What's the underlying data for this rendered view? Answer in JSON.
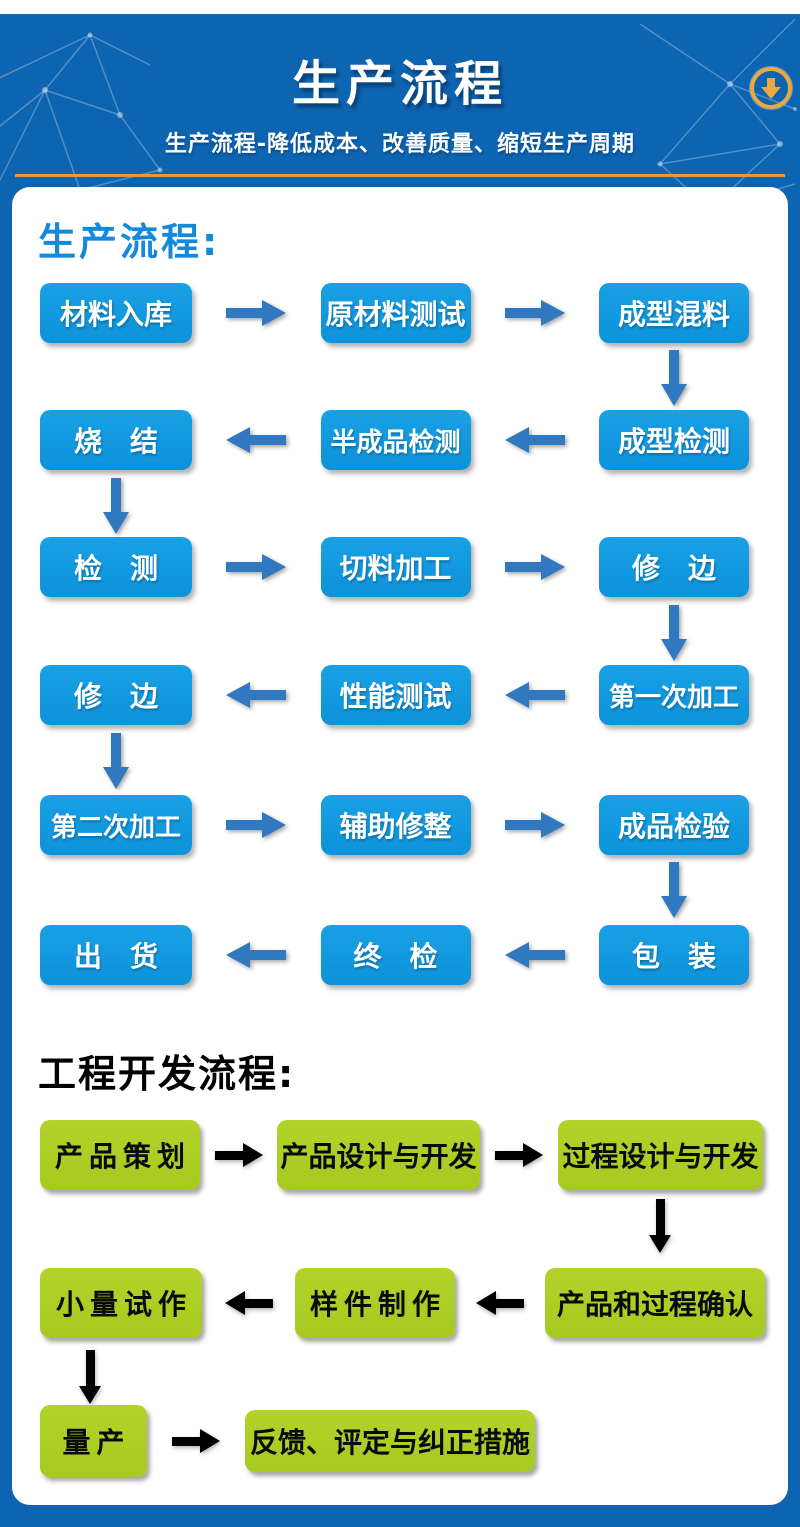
{
  "header": {
    "title": "生产流程",
    "subtitle": "生产流程-降低成本、改善质量、缩短生产周期"
  },
  "production_flow": {
    "heading": "生产流程:",
    "rows": [
      {
        "boxes": [
          "材料入库",
          "原材料测试",
          "成型混料"
        ]
      },
      {
        "boxes": [
          "烧　结",
          "半成品检测",
          "成型检测"
        ]
      },
      {
        "boxes": [
          "检　测",
          "切料加工",
          "修　边"
        ]
      },
      {
        "boxes": [
          "修　边",
          "性能测试",
          "第一次加工"
        ]
      },
      {
        "boxes": [
          "第二次加工",
          "辅助修整",
          "成品检验"
        ]
      },
      {
        "boxes": [
          "出　货",
          "终　检",
          "包　装"
        ]
      }
    ]
  },
  "engineering_flow": {
    "heading": "工程开发流程:",
    "rows": [
      {
        "boxes": [
          "产品策划",
          "产品设计与开发",
          "过程设计与开发"
        ]
      },
      {
        "boxes": [
          "小量试作",
          "样件制作",
          "产品和过程确认"
        ]
      },
      {
        "boxes": [
          "量产",
          "反馈、评定与纠正措施"
        ]
      }
    ]
  },
  "colors": {
    "page-blue": "#0d64b1",
    "box-blue": "#0e92da",
    "arrow-blue": "#3078c0",
    "heading-blue": "#1389dc",
    "box-green": "#a6ca1f",
    "gold": "#dc9d3c",
    "gold-bright": "#efa73e"
  },
  "icons": {
    "scroll_icon": "circle-down-arrow-icon"
  }
}
